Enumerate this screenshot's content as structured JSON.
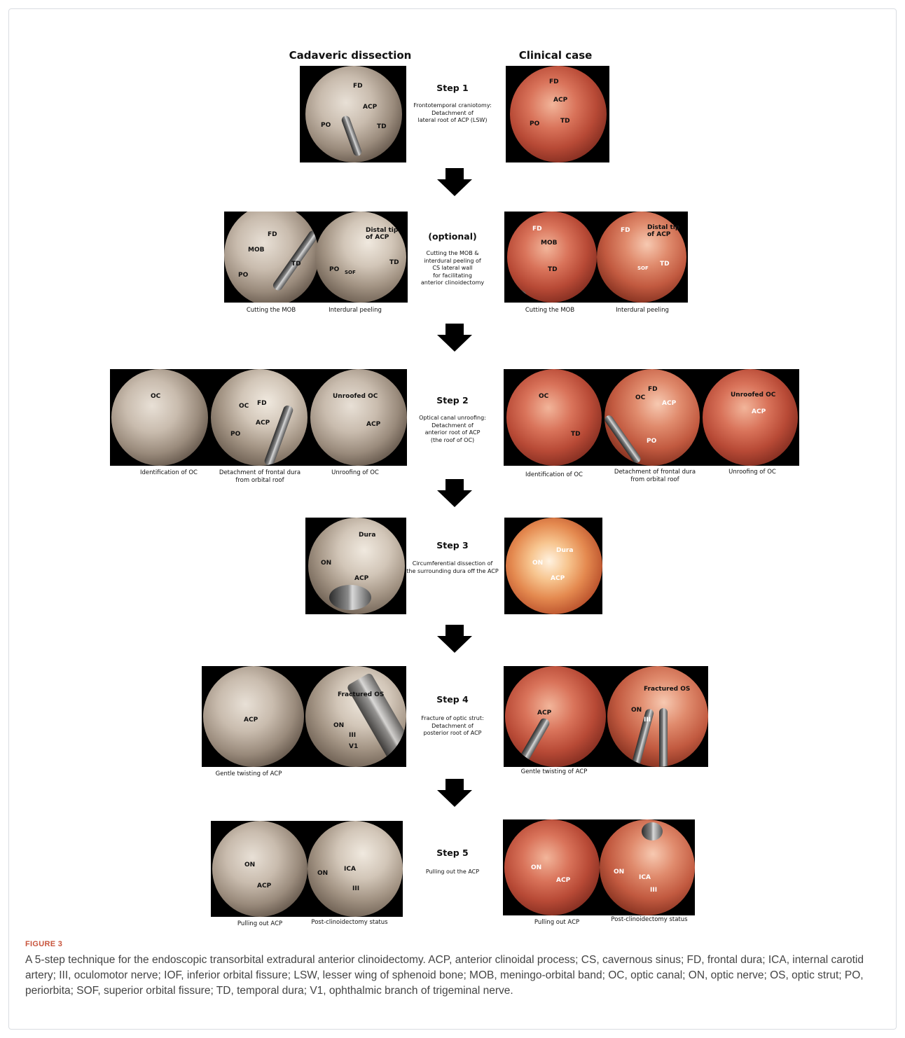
{
  "columns": {
    "left": "Cadaveric dissection",
    "right": "Clinical case"
  },
  "steps": [
    {
      "title": "Step 1",
      "description": "Frontotemporal craniotomy:\nDetachment of\nlateral root of ACP (LSW)"
    },
    {
      "title": "(optional)",
      "description": "Cutting the MOB &\ninterdural peeling of\nCS lateral wall\nfor facilitating\nanterior clinoidectomy"
    },
    {
      "title": "Step 2",
      "description": "Optical canal unroofing:\nDetachment of\nanterior root of ACP\n(the roof of OC)"
    },
    {
      "title": "Step 3",
      "description": "Circumferential dissection of\nthe surrounding dura off the ACP"
    },
    {
      "title": "Step 4",
      "description": "Fracture of optic strut:\nDetachment of\nposterior root of ACP"
    },
    {
      "title": "Step 5",
      "description": "Pulling out the ACP"
    }
  ],
  "captions": {
    "cutting_mob": "Cutting the MOB",
    "interdural_peeling": "Interdural peeling",
    "identification_oc": "Identification of OC",
    "detachment_frontal_dura": "Detachment of frontal dura\nfrom orbital roof",
    "unroofing_oc": "Unroofing of OC",
    "gentle_twisting": "Gentle twisting of ACP",
    "pulling_out": "Pulling out ACP",
    "post_status": "Post-clinoidectomy status"
  },
  "labels": {
    "fd": "FD",
    "acp": "ACP",
    "po": "PO",
    "td": "TD",
    "mob": "MOB",
    "distal_tip": "Distal tip\nof ACP",
    "sof": "SOF",
    "oc": "OC",
    "unroofed_oc": "Unroofed OC",
    "dura": "Dura",
    "on": "ON",
    "fractured_os": "Fractured OS",
    "iii": "III",
    "v1": "V1",
    "ica": "ICA"
  },
  "figure": {
    "label": "FIGURE 3",
    "caption": "A 5-step technique for the endoscopic transorbital extradural anterior clinoidectomy. ACP, anterior clinoidal process; CS, cavernous sinus; FD, frontal dura; ICA, internal carotid artery; III, oculomotor nerve; IOF, inferior orbital fissure; LSW, lesser wing of sphenoid bone; MOB, meningo-orbital band; OC, optic canal; ON, optic nerve; OS, optic strut; PO, periorbita; SOF, superior orbital fissure; TD, temporal dura; V1, ophthalmic branch of trigeminal nerve."
  },
  "colors": {
    "figure_label": "#c8553d",
    "caption_text": "#444444"
  }
}
